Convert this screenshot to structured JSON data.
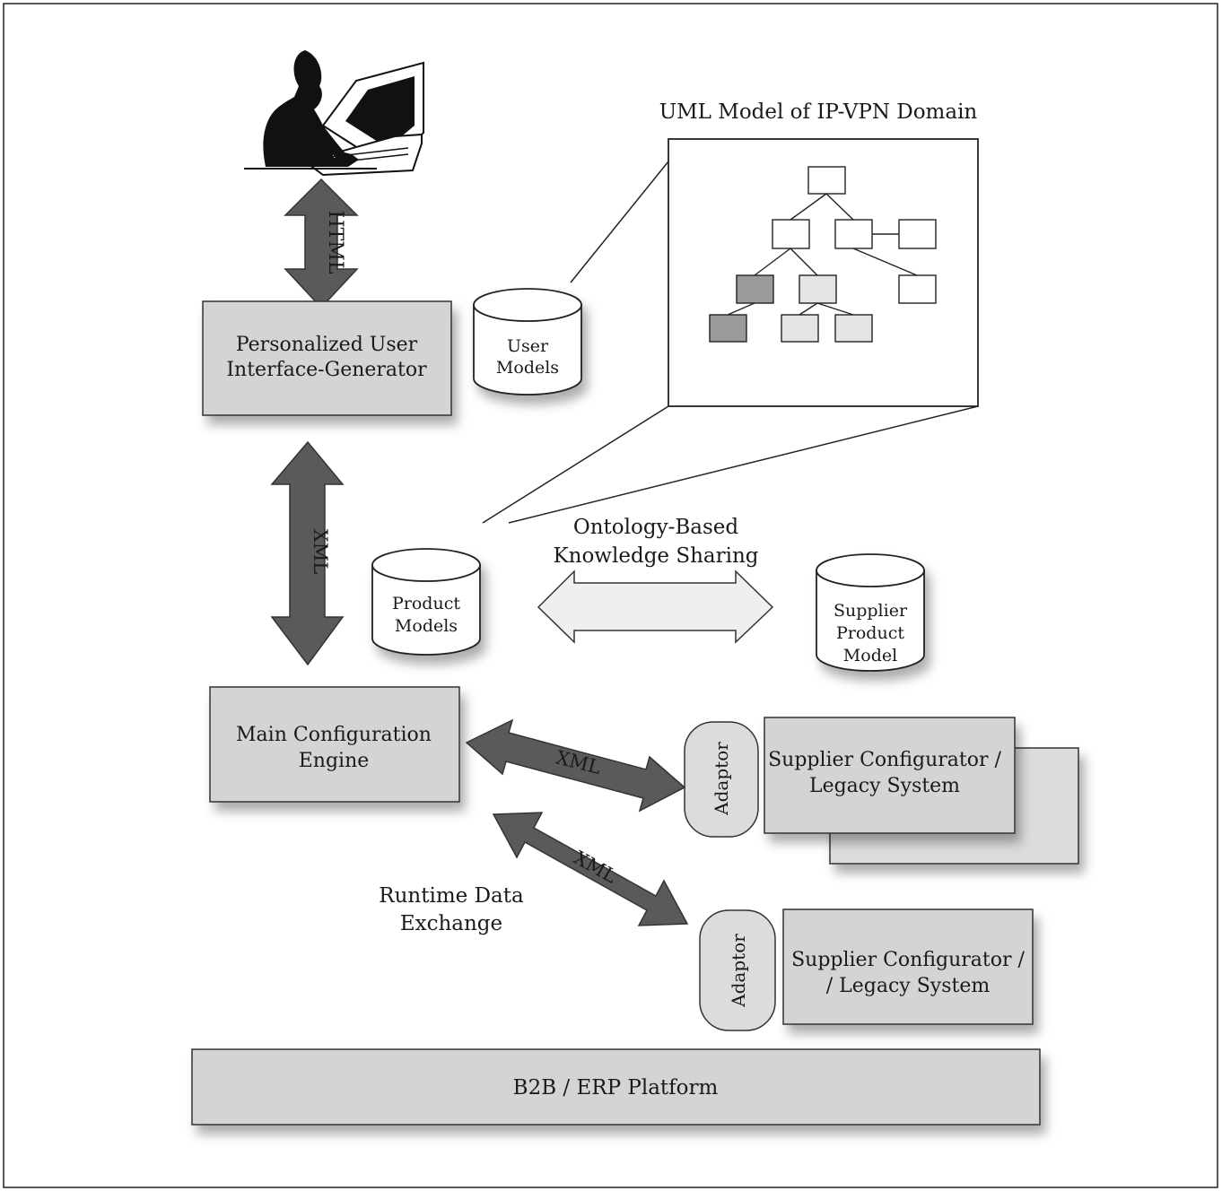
{
  "diagram": {
    "uml_title": "UML Model of IP-VPN Domain",
    "ui_generator": [
      "Personalized User",
      "Interface-Generator"
    ],
    "user_models": [
      "User",
      "Models"
    ],
    "product_models": [
      "Product",
      "Models"
    ],
    "supplier_product_model": [
      "Supplier",
      "Product",
      "Model"
    ],
    "ontology": [
      "Ontology-Based",
      "Knowledge Sharing"
    ],
    "main_engine": [
      "Main Configuration",
      "Engine"
    ],
    "supplier_system_1": [
      "Supplier Configurator /",
      "Legacy System"
    ],
    "supplier_system_2": [
      "Supplier Configurator /",
      "/ Legacy System"
    ],
    "adaptor": "Adaptor",
    "runtime": [
      "Runtime Data",
      "Exchange"
    ],
    "b2b": "B2B / ERP Platform",
    "html_label": "HTML",
    "xml_label": "XML"
  },
  "colors": {
    "box_fill": "#d4d4d4",
    "box_light": "#dcdcdc",
    "arrow_dark": "#5a5a5a",
    "arrow_light": "#efefef",
    "uml_dark": "#9a9a9a",
    "uml_light": "#e4e4e4"
  },
  "icons": {
    "person": "person-at-laptop-icon"
  }
}
